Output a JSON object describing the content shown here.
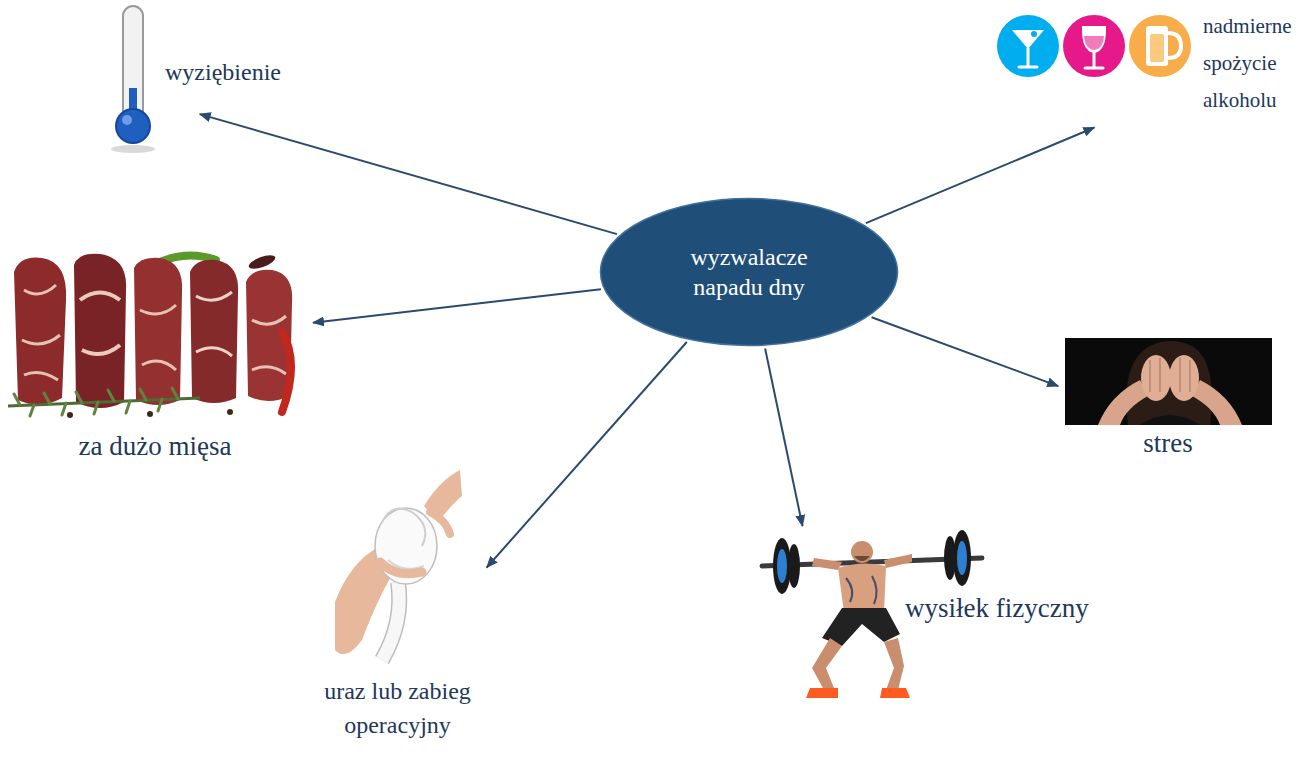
{
  "diagram": {
    "nodes": [
      {
        "text": [
          "wyzwalacze napadu dny"
        ]
      },
      {
        "text": [
          "wyziębienie"
        ]
      },
      {
        "text": [
          "nadmierne spożycie alkoholu"
        ]
      },
      {
        "text": [
          "za dużo mięsa"
        ]
      },
      {
        "text": [
          "stres"
        ]
      },
      {
        "text": [
          "uraz lub zabieg operacyjny"
        ]
      },
      {
        "text": [
          "wysiłek fizyczny"
        ]
      }
    ],
    "edges": [
      {
        "from": 0,
        "to": 1,
        "arrow": "to"
      },
      {
        "from": 0,
        "to": 2,
        "arrow": "to"
      },
      {
        "from": 0,
        "to": 3,
        "arrow": "to"
      },
      {
        "from": 0,
        "to": 4,
        "arrow": "to"
      },
      {
        "from": 0,
        "to": 5,
        "arrow": "to"
      },
      {
        "from": 0,
        "to": 6,
        "arrow": "to"
      }
    ]
  }
}
